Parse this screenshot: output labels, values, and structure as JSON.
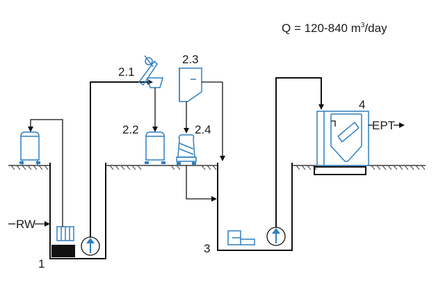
{
  "flow_rate": {
    "prefix": "Q = 120-840 m",
    "exponent": "3",
    "suffix": "/day"
  },
  "labels": {
    "unit_1": "1",
    "unit_2_1": "2.1",
    "unit_2_2": "2.2",
    "unit_2_3": "2.3",
    "unit_2_4": "2.4",
    "unit_3": "3",
    "unit_4": "4",
    "inlet": "RW",
    "outlet": "EPT"
  },
  "colors": {
    "line": "#111111",
    "equipment": "#2f7fc1"
  }
}
